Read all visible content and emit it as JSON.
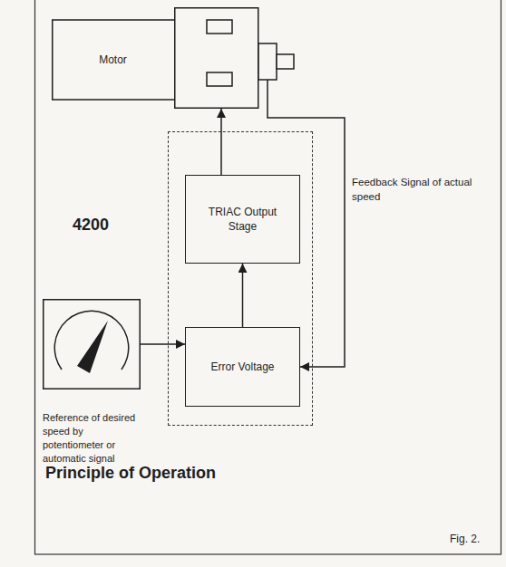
{
  "diagram": {
    "title": "Principle of Operation",
    "nodes": [
      {
        "text": [
          "Motor"
        ]
      },
      {
        "text": [
          "4200"
        ]
      },
      {
        "text": [
          "TRIAC Output Stage"
        ],
        "in": 1
      },
      {
        "text": [
          "Error Voltage"
        ],
        "in": 1
      },
      {
        "text": [
          "Reference of desired speed by potentiometer or automatic signal"
        ]
      }
    ],
    "edges": [
      {
        "from": 2,
        "to": 0,
        "arrow": "to"
      },
      {
        "from": 3,
        "to": 2,
        "arrow": "to"
      },
      {
        "from": 4,
        "to": 3,
        "arrow": "to"
      },
      {
        "from": 0,
        "to": 3,
        "arrow": "to",
        "label": "Feedback Signal of actual speed"
      }
    ],
    "labels": [
      "Fig. 2."
    ]
  }
}
